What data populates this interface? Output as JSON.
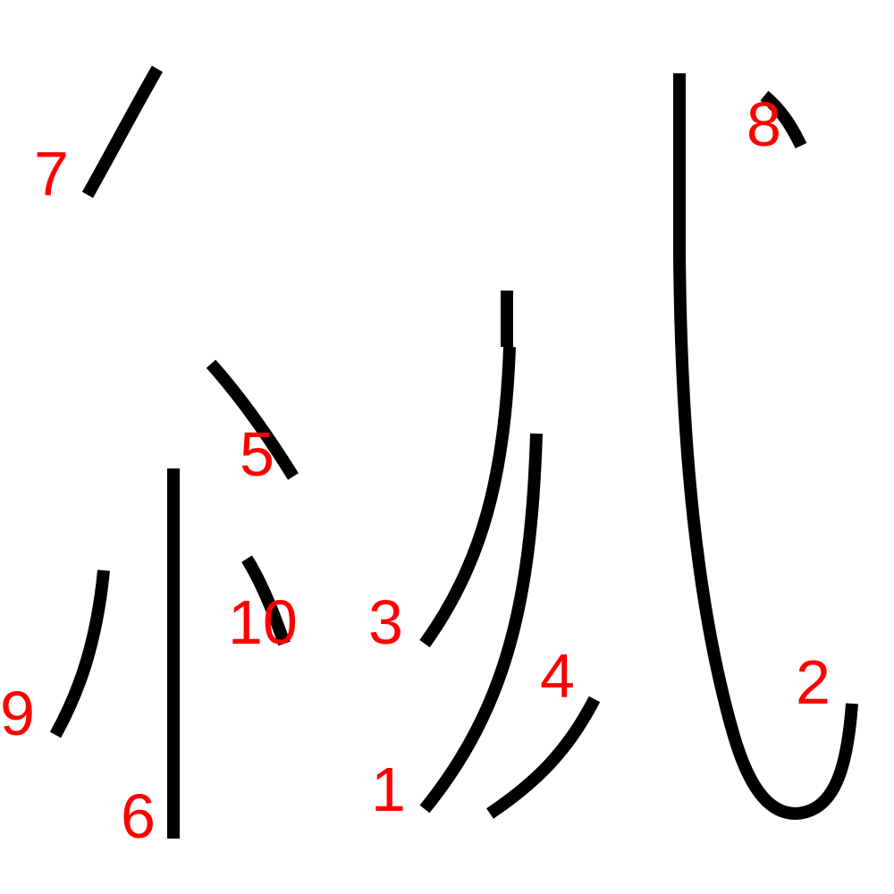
{
  "colors": {
    "background": "#ffffff",
    "stroke": "#000000",
    "label": "#ff0000"
  },
  "strokes": [
    {
      "label": "1"
    },
    {
      "label": "2"
    },
    {
      "label": "3"
    },
    {
      "label": "4"
    },
    {
      "label": "5"
    },
    {
      "label": "6"
    },
    {
      "label": "7"
    },
    {
      "label": "8"
    },
    {
      "label": "9"
    },
    {
      "label": "10"
    }
  ]
}
